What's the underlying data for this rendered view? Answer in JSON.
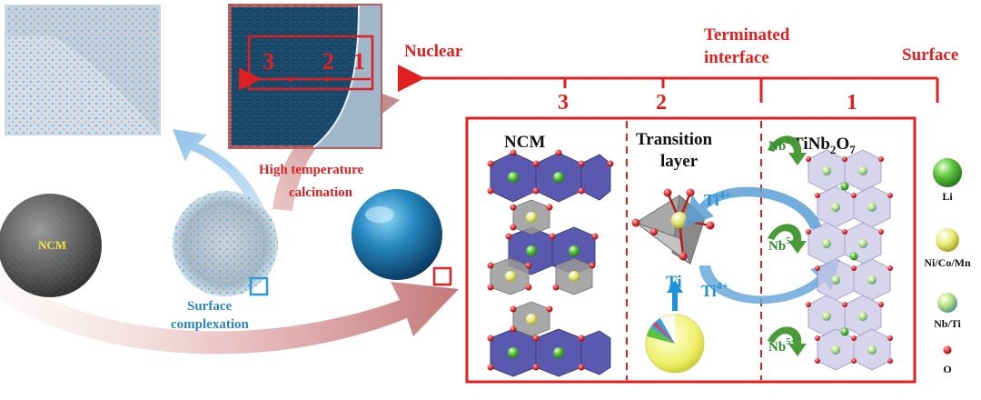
{
  "labels": {
    "nuclear": "Nuclear",
    "terminated": "Terminated",
    "interface": "interface",
    "surface": "Surface",
    "zone3": "3",
    "zone2": "2",
    "zone1": "1",
    "inset_3": "3",
    "inset_2": "2",
    "inset_1": "1",
    "ncm_panel": "NCM",
    "transition": "Transition",
    "layer": "layer",
    "tinb_prefix": "TiNb",
    "tinb_sub2": "2",
    "tinb_o": "O",
    "tinb_sub7": "7",
    "nb5": "Nb",
    "nb5_sup": "5+",
    "ti4": "Ti",
    "ti4_sup": "4+",
    "ti": "Ti",
    "high_temp": "High temperature",
    "calcination": "calcination",
    "ncm_sphere": "NCM",
    "surface_complexation_1": "Surface",
    "surface_complexation_2": "complexation"
  },
  "legend": [
    {
      "label": "Li",
      "color": "#5cc43a"
    },
    {
      "label": "Ni/Co/Mn",
      "color": "#e8e870"
    },
    {
      "label": "Nb/Ti",
      "color": "#b8e07a"
    },
    {
      "label": "O",
      "color": "#e03030"
    }
  ],
  "colors": {
    "accent_red": "#e02020",
    "ti_blue": "#1e90d6",
    "nb_green": "#2a8a2a",
    "octa_blue": "#4a4aa8",
    "octa_grey": "#9a9a9a"
  },
  "icons": [
    "ncm-sphere-icon",
    "complexed-sphere-icon",
    "calcined-sphere-icon",
    "zoom-inset-icon",
    "pie-icon",
    "curved-arrow-icon"
  ]
}
